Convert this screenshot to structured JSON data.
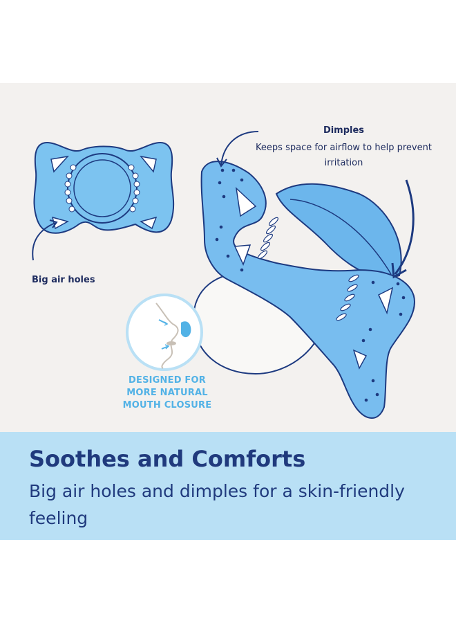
{
  "callouts": {
    "dimples_title": "Dimples",
    "dimples_description": "Keeps space for airflow to help prevent irritation",
    "air_holes": "Big air holes",
    "mouth_closure": "DESIGNED FOR MORE NATURAL MOUTH CLOSURE"
  },
  "banner": {
    "headline": "Soothes and Comforts",
    "subtext": "Big air holes and dimples for a skin-friendly feeling"
  },
  "colors": {
    "illustration_bg": "#f3f1ef",
    "shield_blue": "#78bdef",
    "outline_navy": "#1d3a80",
    "accent_light_blue": "#52b2e6",
    "banner_bg": "#b9e0f5",
    "text_navy": "#203a7d"
  }
}
